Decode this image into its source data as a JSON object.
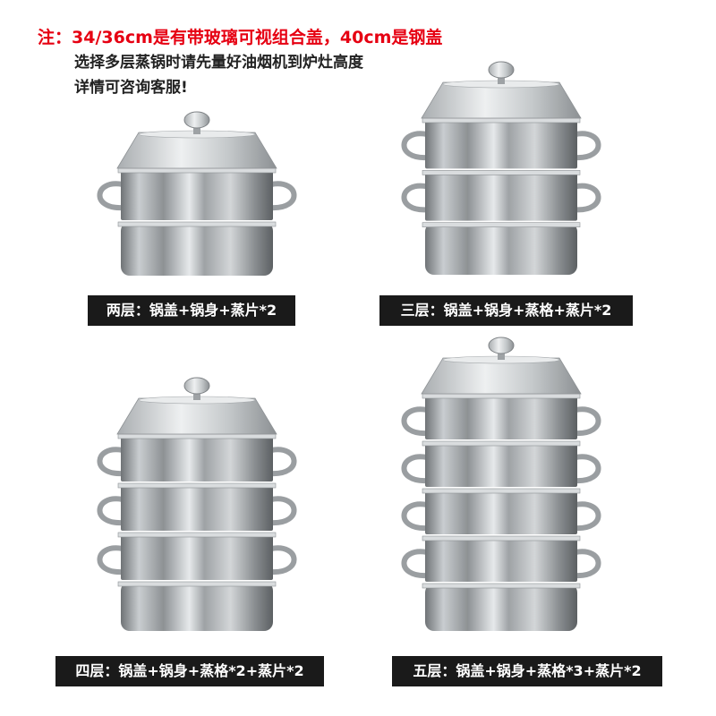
{
  "note": {
    "line1": "注：34/36cm是有带玻璃可视组合盖，40cm是钢盖",
    "line2": "选择多层蒸锅时请先量好油烟机到炉灶高度",
    "line3": "详情可咨询客服!"
  },
  "products": [
    {
      "label": "两层：锅盖+锅身+蒸片*2",
      "tiers": 2
    },
    {
      "label": "三层：锅盖+锅身+蒸格+蒸片*2",
      "tiers": 3
    },
    {
      "label": "四层：锅盖+锅身+蒸格*2+蒸片*2",
      "tiers": 4
    },
    {
      "label": "五层：锅盖+锅身+蒸格*3+蒸片*2",
      "tiers": 5
    }
  ]
}
